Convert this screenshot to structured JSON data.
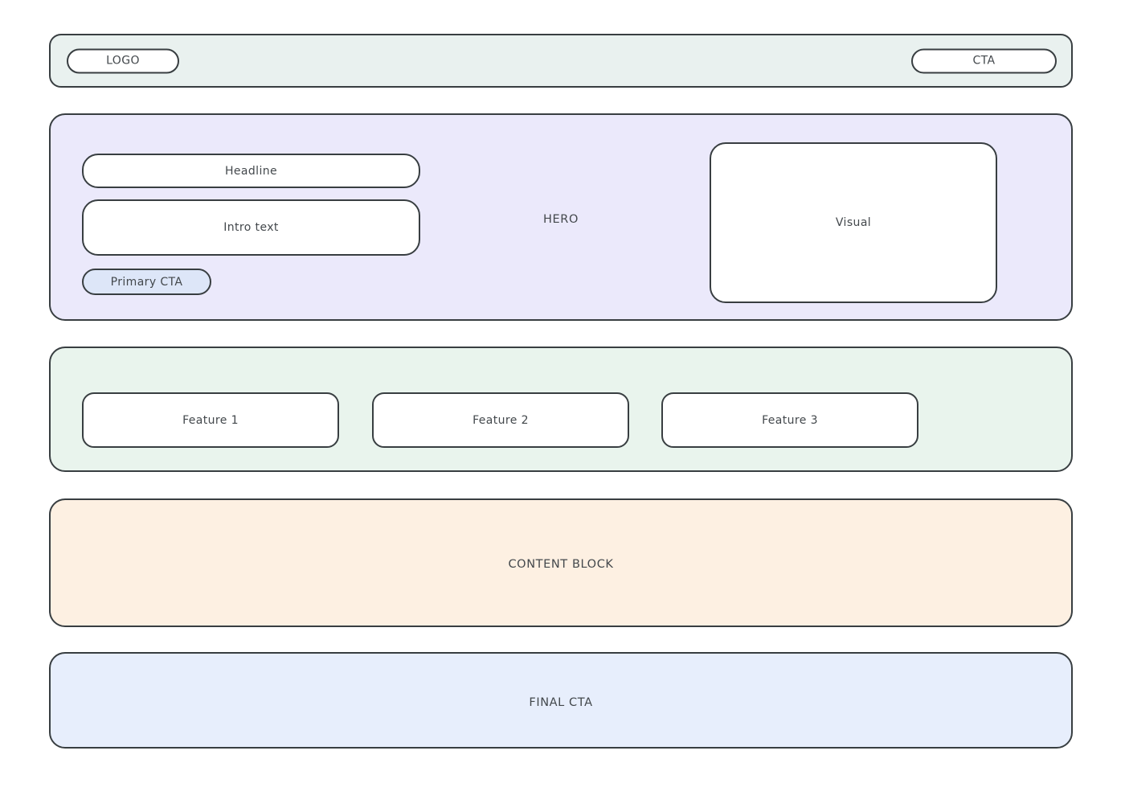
{
  "colors": {
    "page_bg": "#ffffff",
    "border": "#383e41",
    "text": "#43484c",
    "header_bg": "#e9f1ef",
    "hero_bg": "#ebe9fb",
    "primary_cta_bg": "#dde6f8",
    "features_bg": "#e9f4ed",
    "content_bg": "#fdf0e2",
    "final_cta_bg": "#e7eefc",
    "card_bg": "#ffffff"
  },
  "header": {
    "logo": "LOGO",
    "cta": "CTA"
  },
  "hero": {
    "label": "HERO",
    "headline": "Headline",
    "intro": "Intro text",
    "primary_cta": "Primary CTA",
    "visual": "Visual"
  },
  "features": {
    "items": [
      {
        "label": "Feature 1"
      },
      {
        "label": "Feature 2"
      },
      {
        "label": "Feature 3"
      }
    ]
  },
  "content_block": {
    "label": "CONTENT BLOCK"
  },
  "final_cta": {
    "label": "FINAL CTA"
  }
}
